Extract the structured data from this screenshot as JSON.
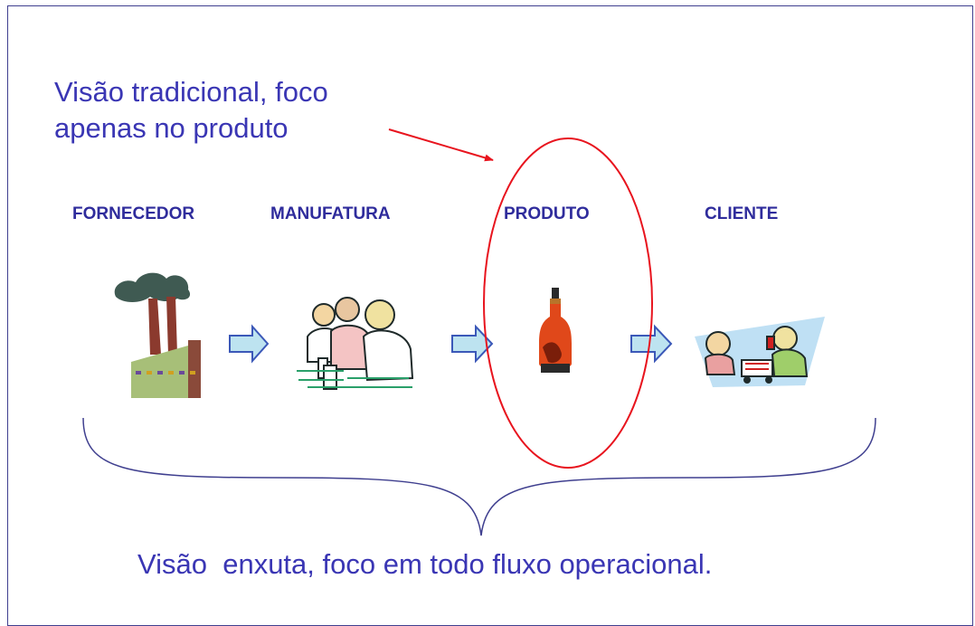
{
  "callout": {
    "line1": "Visão tradicional, foco",
    "line2": "apenas no produto"
  },
  "stages": [
    {
      "label": "FORNECEDOR",
      "icon": "factory-icon"
    },
    {
      "label": "MANUFATURA",
      "icon": "workers-icon"
    },
    {
      "label": "PRODUTO",
      "icon": "bottle-icon"
    },
    {
      "label": "CLIENTE",
      "icon": "shoppers-icon"
    }
  ],
  "footer": "Visão  enxuta, foco em todo fluxo operacional.",
  "colors": {
    "text": "#3a36b4",
    "highlight": "#e8141e",
    "arrow_fill": "#bde3f0",
    "arrow_stroke": "#3b58b8"
  }
}
